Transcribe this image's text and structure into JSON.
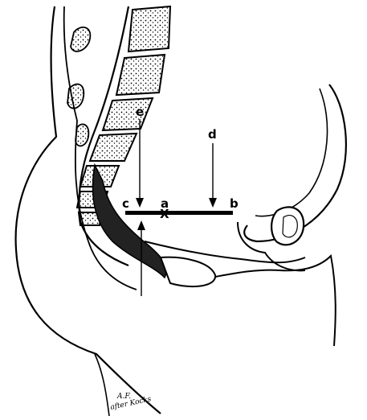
{
  "labels": {
    "a": "a",
    "b": "b",
    "c": "c",
    "d": "d",
    "e": "e",
    "x_mark": "X"
  },
  "signature": {
    "line1": "A.F.",
    "line2": "after Kocks"
  }
}
